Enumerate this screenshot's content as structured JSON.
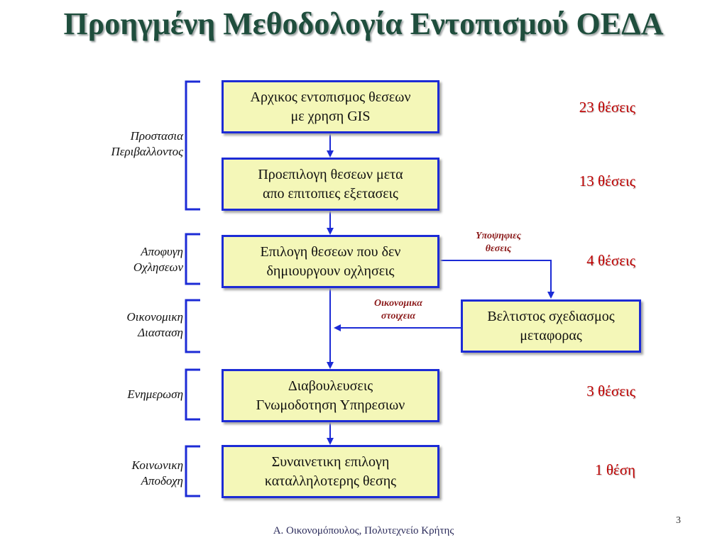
{
  "title": "Προηγμένη Μεθοδολογία Εντοπισμού ΟΕΔΑ",
  "steps": [
    "Αρχικος εντοπισμος θεσεων\nμε χρηση GIS",
    "Προεπιλογη θεσεων μετα\nαπο επιτοπιες εξετασεις",
    "Επιλογη θεσεων που δεν\nδημιουργουν οχλησεις",
    "Διαβουλευσεις\nΓνωμοδοτηση Υπηρεσιων",
    "Συναινετικη επιλογη\nκαταλληλοτερης θεσης"
  ],
  "side_box": "Βελτιστος σχεδιασμος\nμεταφορας",
  "criteria": [
    "Προστασια\nΠεριβαλλοντος",
    "Αποφυγη\nΟχλησεων",
    "Οικονομικη\nΔιασταση",
    "Ενημερωση",
    "Κοινωνικη\nΑποδοχη"
  ],
  "counts": [
    "23 θέσεις",
    "13 θέσεις",
    "4 θέσεις",
    "3 θέσεις",
    "1 θέση"
  ],
  "annotations": {
    "candidates": "Υποψηφιες\nθεσεις",
    "economic": "Οικονομικα\nστοιχεια"
  },
  "footer": "Α. Οικονομόπουλος, Πολυτεχνείο Κρήτης",
  "page_number": "3",
  "colors": {
    "box_fill": "#f4f7b8",
    "box_border": "#1c2bd6",
    "count_text": "#c00000",
    "title_text": "#1f4e3d"
  }
}
